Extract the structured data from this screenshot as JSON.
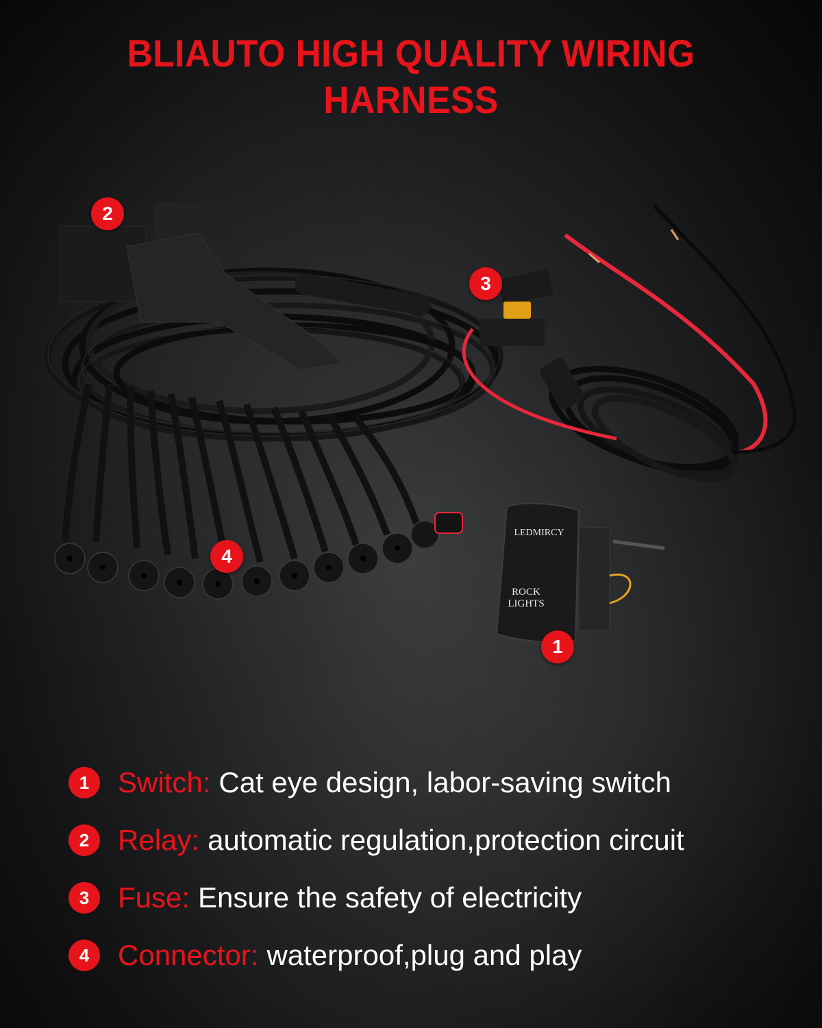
{
  "header": {
    "title_line1": "BLIAUTO HIGH QUALITY WIRING",
    "title_line2": "HARNESS"
  },
  "colors": {
    "accent": "#e8141b",
    "background": "#1e1f21",
    "text": "#ffffff"
  },
  "product_image": {
    "switch_brand": "LEDMIRCY",
    "switch_label_line1": "ROCK",
    "switch_label_line2": "LIGHTS",
    "callouts": [
      {
        "number": "1",
        "target": "switch"
      },
      {
        "number": "2",
        "target": "relay"
      },
      {
        "number": "3",
        "target": "fuse"
      },
      {
        "number": "4",
        "target": "connector"
      }
    ]
  },
  "features": [
    {
      "number": "1",
      "key": "Switch:",
      "desc": "Cat eye design, labor-saving switch"
    },
    {
      "number": "2",
      "key": "Relay:",
      "desc": "automatic regulation,protection circuit"
    },
    {
      "number": "3",
      "key": "Fuse:",
      "desc": "Ensure the safety of electricity"
    },
    {
      "number": "4",
      "key": "Connector:",
      "desc": "waterproof,plug and play"
    }
  ]
}
